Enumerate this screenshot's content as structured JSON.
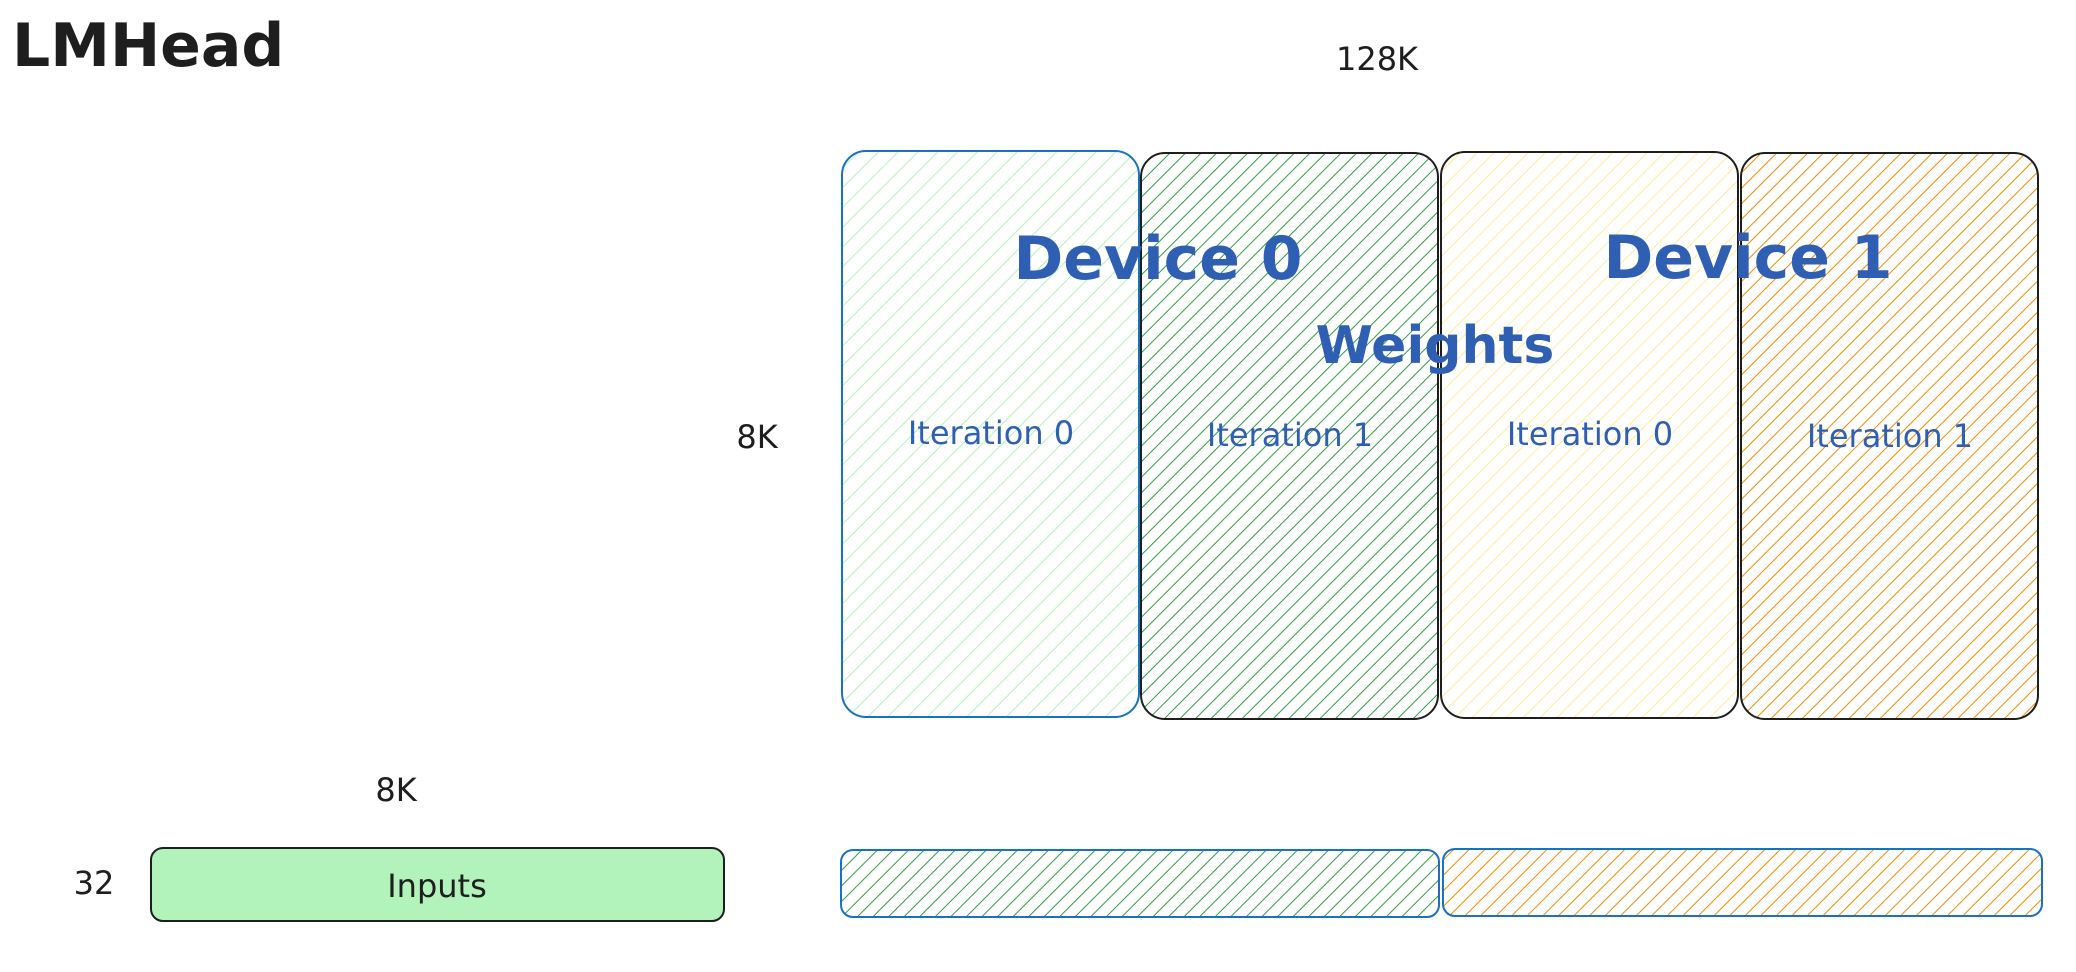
{
  "title": "LMHead",
  "labels": {
    "top_width": "128K",
    "weights_height": "8K",
    "inputs_width": "8K",
    "inputs_height": "32"
  },
  "devices": [
    {
      "name": "Device 0"
    },
    {
      "name": "Device 1"
    }
  ],
  "weights_label": "Weights",
  "iterations": [
    {
      "label": "Iteration 0",
      "device": 0,
      "fill_color": "#b2f2bb",
      "stroke_color": "#1971c2"
    },
    {
      "label": "Iteration 1",
      "device": 0,
      "fill_color": "#2f9e44",
      "stroke_color": "#1e1e1e"
    },
    {
      "label": "Iteration 0",
      "device": 1,
      "fill_color": "#ffec99",
      "stroke_color": "#1e1e1e"
    },
    {
      "label": "Iteration 1",
      "device": 1,
      "fill_color": "#f08c00",
      "stroke_color": "#1e1e1e"
    }
  ],
  "inputs": {
    "label": "Inputs",
    "fill_color": "#b2f2bb",
    "stroke_color": "#1e1e1e"
  },
  "outputs": [
    {
      "fill_color": "#2f9e44",
      "stroke_color": "#1971c2"
    },
    {
      "fill_color": "#f08c00",
      "stroke_color": "#1971c2"
    }
  ],
  "colors": {
    "text_dark": "#1e1e1e",
    "text_blue": "#2f5fb3"
  }
}
